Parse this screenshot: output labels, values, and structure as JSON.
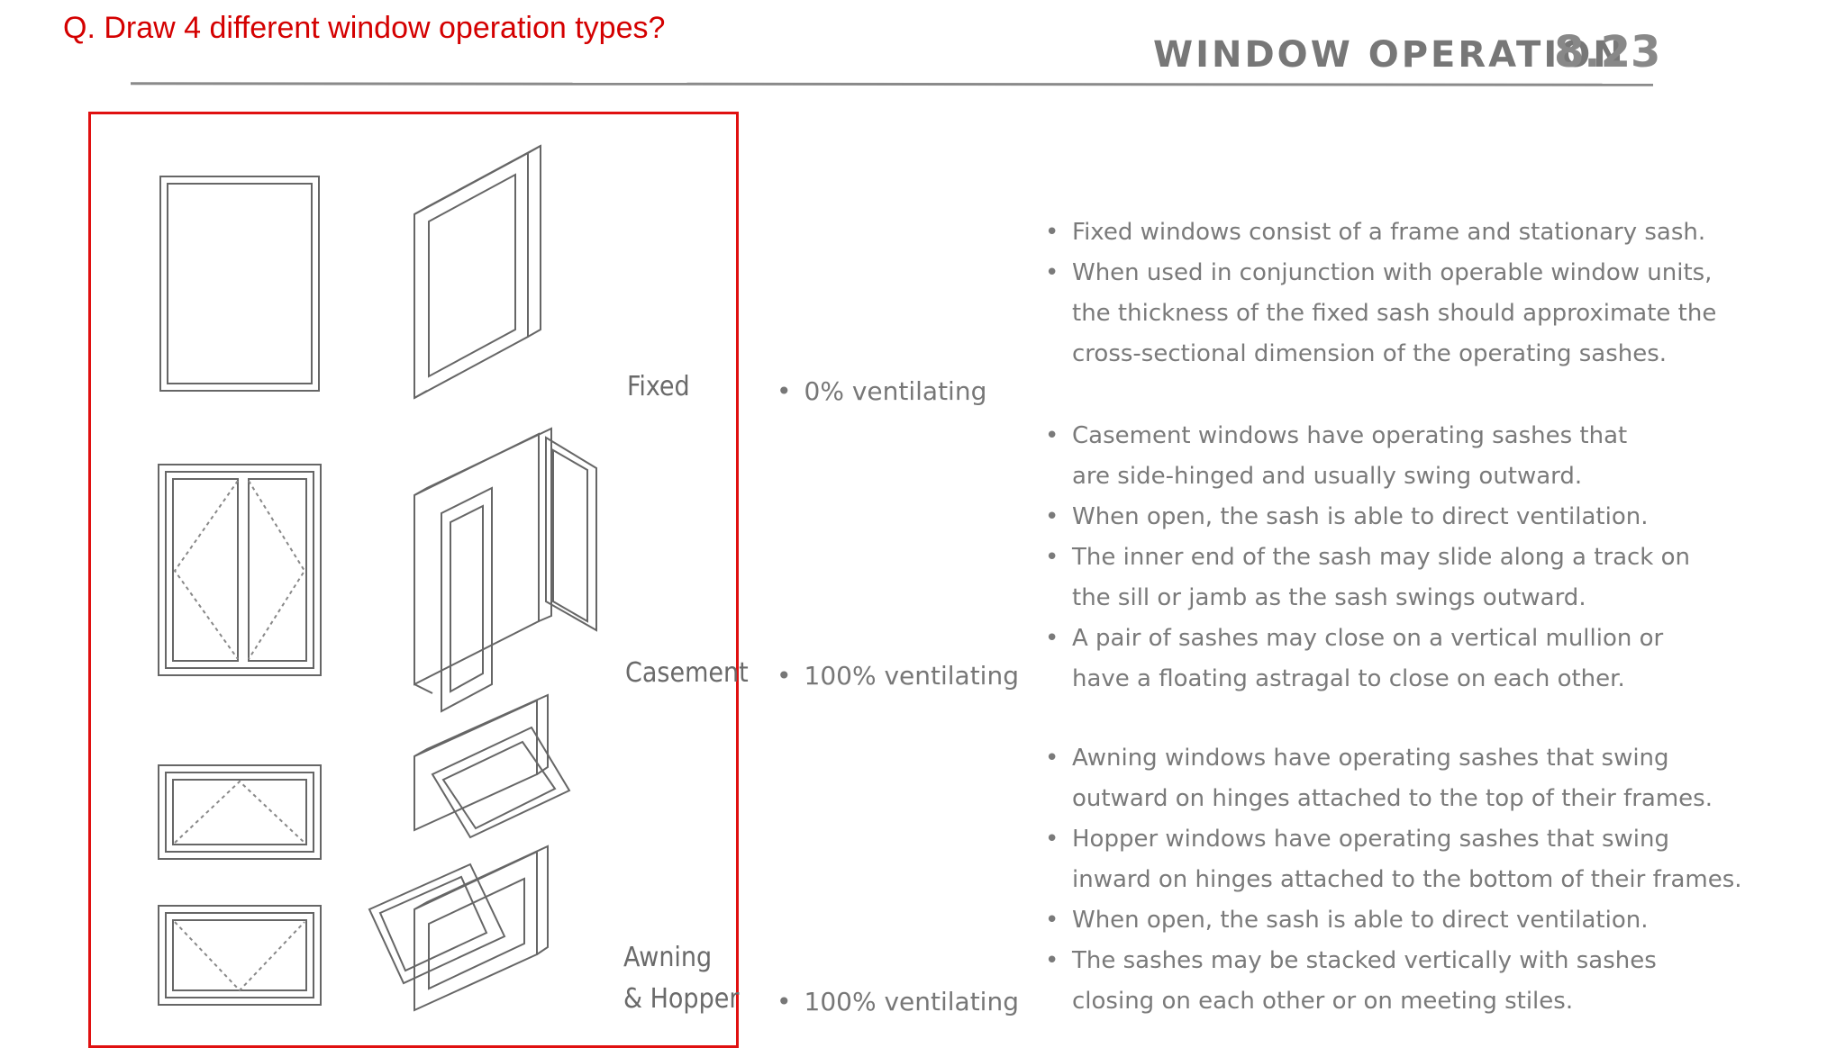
{
  "question": "Q. Draw 4 different window operation types?",
  "header": {
    "title": "WINDOW OPERATION",
    "number": "8.23"
  },
  "types": [
    {
      "label": "Fixed",
      "ventilation": "0% ventilating"
    },
    {
      "label": "Casement",
      "ventilation": "100% ventilating"
    },
    {
      "label_line1": "Awning",
      "label_line2": "& Hopper",
      "ventilation": "100% ventilating"
    }
  ],
  "notes": {
    "fixed": [
      "Fixed windows consist of a frame and stationary sash.",
      "When used in conjunction with operable window units,",
      "the thickness of the fixed sash should approximate the",
      "cross-sectional dimension of the operating sashes."
    ],
    "casement": [
      "Casement windows have operating sashes that",
      "are side-hinged and usually swing outward.",
      "When open, the sash is able to direct ventilation.",
      "The inner end of the sash may slide along a track on",
      "the sill or jamb as the sash swings outward.",
      "A pair of sashes may close on a vertical mullion or",
      "have a floating astragal to close on each other."
    ],
    "awning": [
      "Awning windows have operating sashes that swing",
      "outward on hinges attached to the top of their frames.",
      "Hopper windows have operating sashes that swing",
      "inward on hinges attached to the bottom of their frames.",
      "When open, the sash is able to direct ventilation.",
      "The sashes may be stacked vertically with sashes",
      "closing on each other or on meeting stiles."
    ]
  }
}
